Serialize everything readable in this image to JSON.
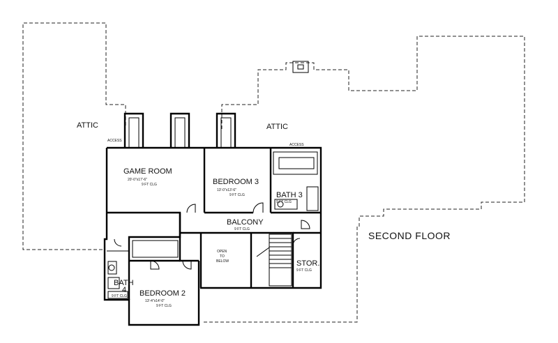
{
  "floor_title": "SECOND FLOOR",
  "attic_left": "ATTIC",
  "attic_right": "ATTIC",
  "access_left": "ACCESS",
  "access_right": "ACCESS",
  "rooms": {
    "game_room": {
      "name": "GAME ROOM",
      "size": "20'-0\"x17'-6\"",
      "ceiling": "9 FT CLG"
    },
    "bedroom3": {
      "name": "BEDROOM 3",
      "size": "13'-0\"x13'-6\"",
      "ceiling": "9 FT CLG"
    },
    "bath3": {
      "name": "BATH 3",
      "ceiling": "9 FT CLG"
    },
    "balcony": {
      "name": "BALCONY",
      "ceiling": "9 FT CLG"
    },
    "open_to_below": {
      "line1": "OPEN",
      "line2": "TO",
      "line3": "BELOW"
    },
    "stor": {
      "name": "STOR.",
      "ceiling": "9 FT CLG"
    },
    "bedroom2": {
      "name": "BEDROOM 2",
      "size": "13'-4\"x14'-0\"",
      "ceiling": "9 FT CLG"
    },
    "bath4": {
      "name_line1": "BATH",
      "name_line2": "4",
      "ceiling": "9 FT CLG"
    }
  }
}
